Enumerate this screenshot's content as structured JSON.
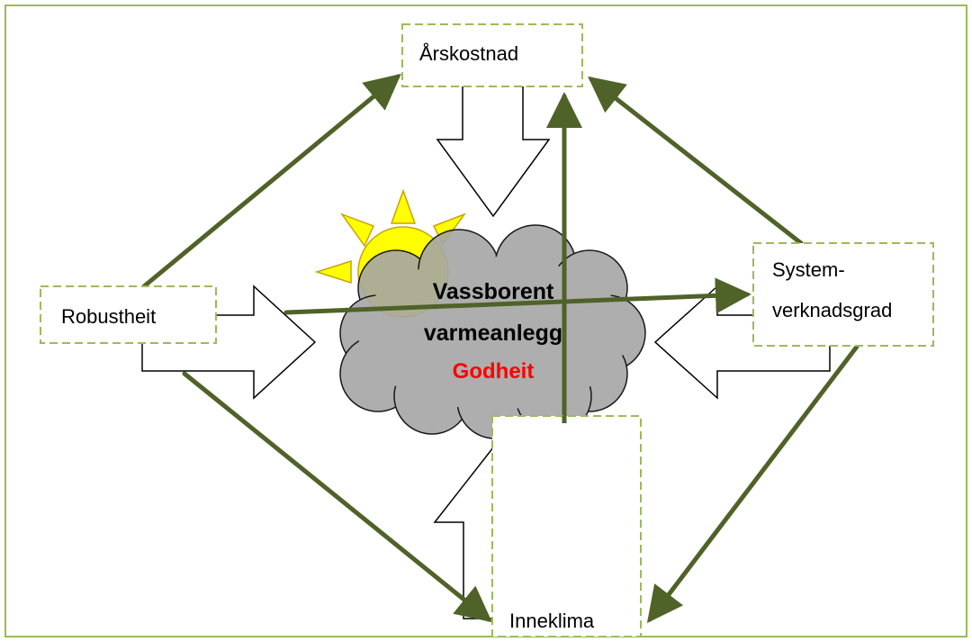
{
  "diagram": {
    "nodes": {
      "arskostnad": "Årskostnad",
      "robustheit": "Robustheit",
      "systemverknadsgrad_line1": "System-",
      "systemverknadsgrad_line2": "verknadsgrad",
      "inneklima": "Inneklima"
    },
    "center": {
      "line1": "Vassborent",
      "line2": "varmeanlegg",
      "line3": "Godheit"
    },
    "colors": {
      "frame": "#9BBB59",
      "box_border": "#9BBB59",
      "connector": "#4F6228",
      "cloud_fill": "#A6A6A6",
      "sun_fill": "#FFFF00",
      "sun_stroke": "#C0A000",
      "accent_text": "#FF0000"
    }
  }
}
